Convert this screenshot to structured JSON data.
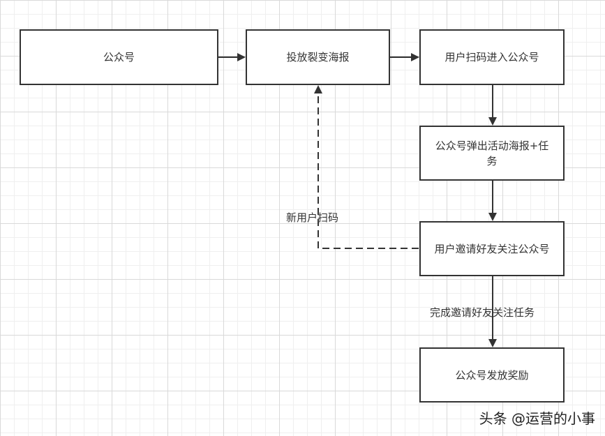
{
  "nodes": {
    "gongzhonghao": "公众号",
    "toufang": "投放裂变海报",
    "saoma": "用户扫码进入公众号",
    "tanchu": "公众号弹出活动海报+任务",
    "yaoqing": "用户邀请好友关注公众号",
    "jiangli": "公众号发放奖励"
  },
  "edge_labels": {
    "new_user_scan": "新用户扫码",
    "complete_task": "完成邀请好友关注任务"
  },
  "watermark": {
    "text": "头条 @运营的小事"
  },
  "colors": {
    "stroke": "#333333",
    "grid": "#d9d9d9",
    "background": "#ffffff"
  }
}
